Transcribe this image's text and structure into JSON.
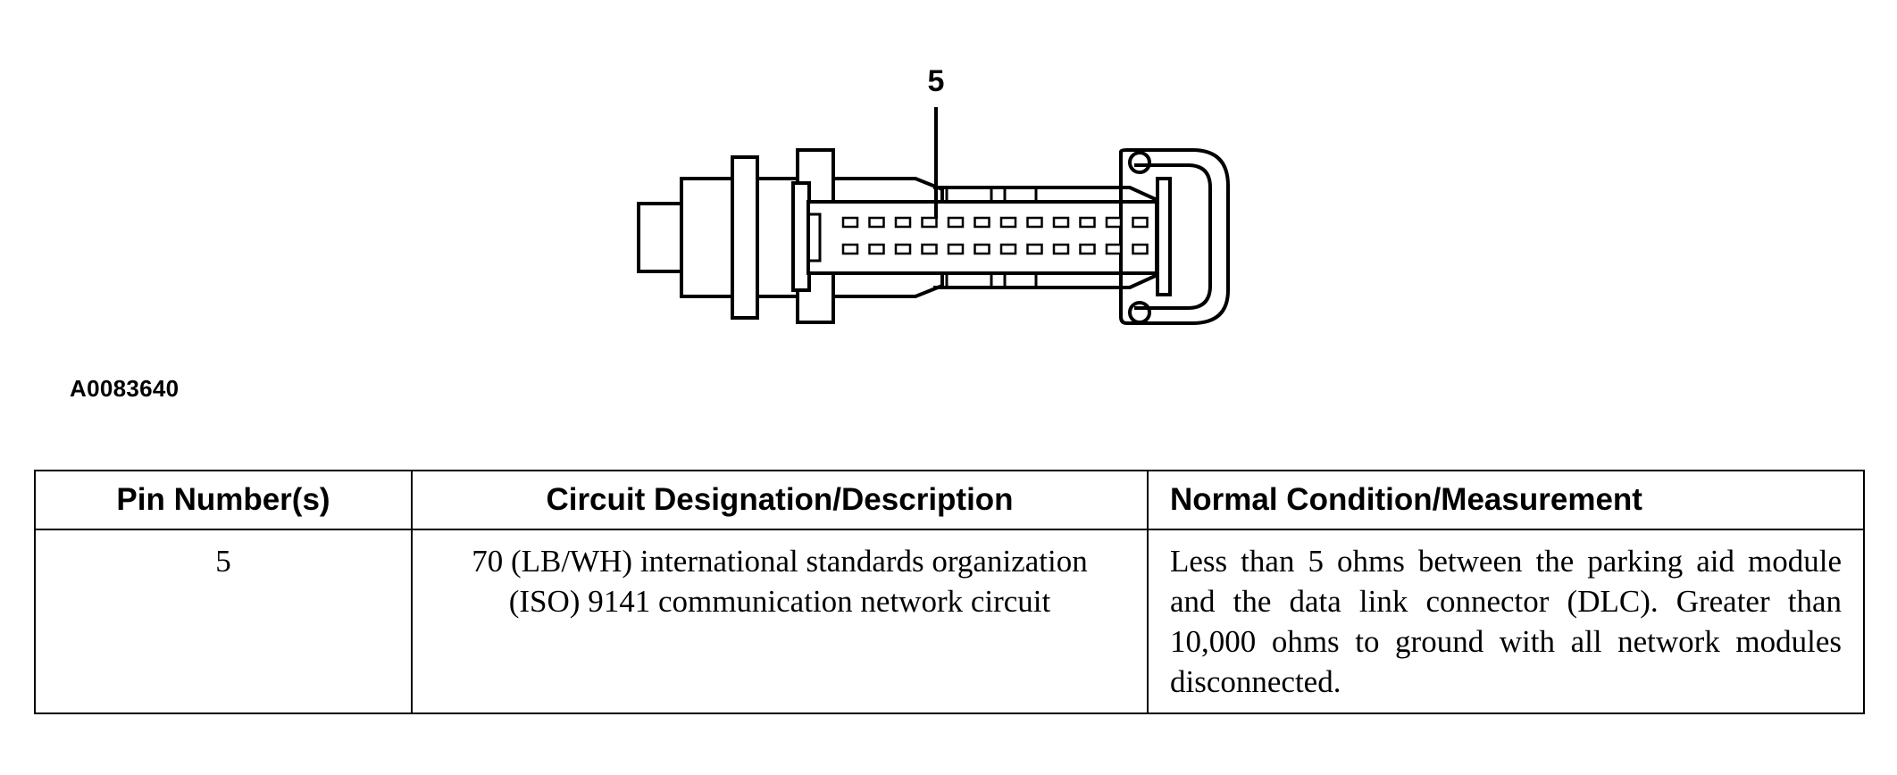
{
  "diagram": {
    "callout_label": "5",
    "figure_id": "A0083640",
    "pin_rows": 2,
    "pins_per_row": 12
  },
  "table": {
    "headers": {
      "pin": "Pin Number(s)",
      "circuit": "Circuit Designation/Description",
      "condition": "Normal Condition/Measurement"
    },
    "rows": [
      {
        "pin": "5",
        "circuit": "70 (LB/WH) international standards organization (ISO) 9141 communication network circuit",
        "condition": "Less than 5 ohms between the parking aid module and the data link connector (DLC). Greater than 10,000 ohms to ground with all network modules disconnected."
      }
    ]
  }
}
